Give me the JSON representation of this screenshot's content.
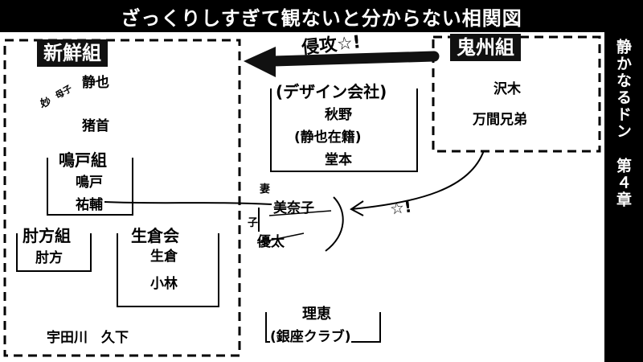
{
  "title": "ざっくりしすぎて観ないと分からない相関図",
  "side": {
    "line1": "静かなるドン",
    "line2": "第４章"
  },
  "shinsengumi": {
    "label": "新鮮組",
    "member1": "静也",
    "wife_label": "妙",
    "wife_note": "母子",
    "member2": "猪首",
    "narutogumi": {
      "label": "鳴戸組",
      "member1": "鳴戸",
      "member2": "祐輔"
    },
    "hijikatagumi": {
      "label": "肘方組",
      "member": "肘方"
    },
    "ikurakai": {
      "label": "生倉会",
      "member1": "生倉",
      "member2": "小林"
    },
    "bottom": "宇田川　久下"
  },
  "design_company": {
    "label": "(デザイン会社)",
    "member1": "秋野",
    "member2": "(静也在籍)",
    "member3": "堂本"
  },
  "kishugumi": {
    "label": "鬼州組",
    "member1": "沢木",
    "member2": "万間兄弟"
  },
  "invasion_label": "侵攻☆!",
  "attack_label": "☆!",
  "family": {
    "wife_note": "妻",
    "child_note": "子",
    "mother": "美奈子",
    "child": "優太"
  },
  "rie": {
    "name": "理恵",
    "club": "(銀座クラブ)"
  }
}
